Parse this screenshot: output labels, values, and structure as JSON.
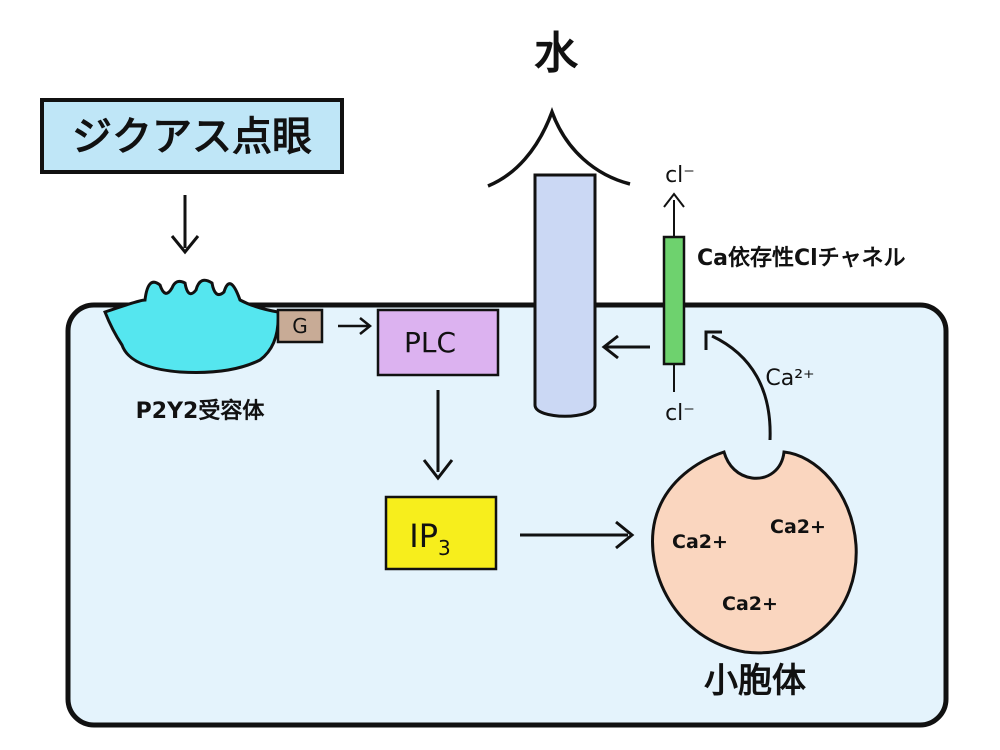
{
  "diquafosol_label": "ジクアス点眼",
  "water_label": "水",
  "channel_label": "Ca依存性Clチャネル",
  "cl_top": "cl⁻",
  "cl_bottom": "cl⁻",
  "ca_signal": "Ca²⁺",
  "receptor_label": "P2Y2受容体",
  "g_label": "G",
  "plc_label": "PLC",
  "ip3_label": "IP",
  "ip3_sub": "3",
  "store_ions": [
    "Ca2+",
    "Ca2+",
    "Ca2+"
  ],
  "store_label": "小胞体",
  "colors": {
    "cell": "#e4f3fc",
    "label_box": "#bfe6f7",
    "receptor": "#55e6ef",
    "g_protein": "#c8ab96",
    "plc": "#dcb2f0",
    "ip3": "#f7ee1c",
    "water_channel": "#cbd8f4",
    "cl_channel": "#6ed26e",
    "er": "#fad6bf"
  }
}
